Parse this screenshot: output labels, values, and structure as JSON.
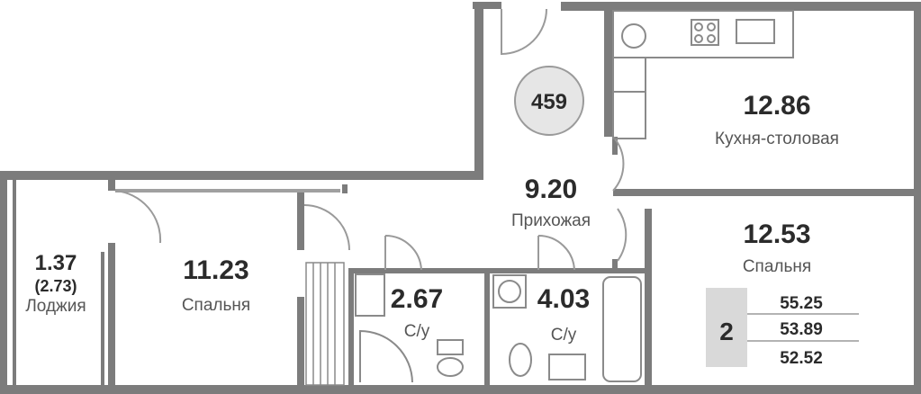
{
  "plan": {
    "apartment_number": "459",
    "rooms": [
      {
        "id": "kitchen",
        "area": "12.86",
        "name": "Кухня-столовая"
      },
      {
        "id": "hall",
        "area": "9.20",
        "name": "Прихожая"
      },
      {
        "id": "bedroom_right",
        "area": "12.53",
        "name": "Спальня"
      },
      {
        "id": "bedroom_left",
        "area": "11.23",
        "name": "Спальня"
      },
      {
        "id": "bath_small",
        "area": "2.67",
        "name": "С/у"
      },
      {
        "id": "bath_large",
        "area": "4.03",
        "name": "С/у"
      },
      {
        "id": "loggia",
        "area": "1.37",
        "area_extra": "(2.73)",
        "name": "Лоджия"
      }
    ],
    "summary": {
      "room_count": "2",
      "total_area": "55.25",
      "area_2": "53.89",
      "living_area": "52.52"
    },
    "colors": {
      "wall": "#7c7c7c",
      "badge_fill": "#e6e6e6",
      "summary_fill": "#d9d9d9",
      "text": "#2b2b2b"
    }
  }
}
